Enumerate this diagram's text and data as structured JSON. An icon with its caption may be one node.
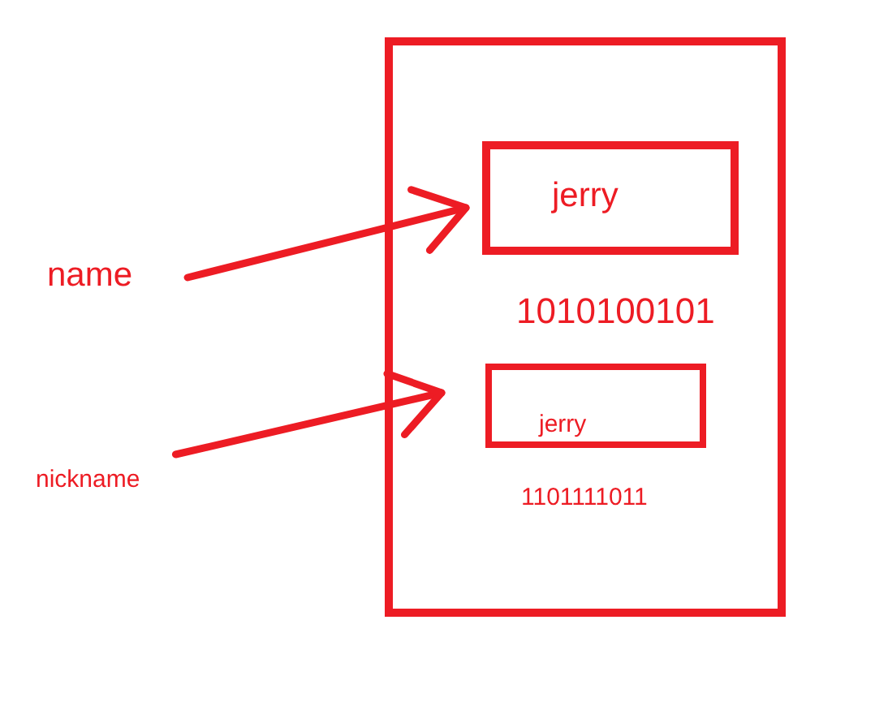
{
  "diagram": {
    "nodes": [
      {
        "text": [],
        "shape": "box"
      },
      {
        "text": [
          "jerry"
        ],
        "in": 0,
        "beside": [
          "1010100101"
        ]
      },
      {
        "text": [
          "name"
        ]
      },
      {
        "text": [
          "jerry"
        ],
        "in": 0,
        "beside": [
          "1101111011"
        ]
      },
      {
        "text": [
          "nickname"
        ]
      }
    ],
    "edges": [
      {
        "from": 2,
        "to": 1,
        "arrow": "to"
      },
      {
        "from": 4,
        "to": 3,
        "arrow": "to"
      }
    ]
  }
}
